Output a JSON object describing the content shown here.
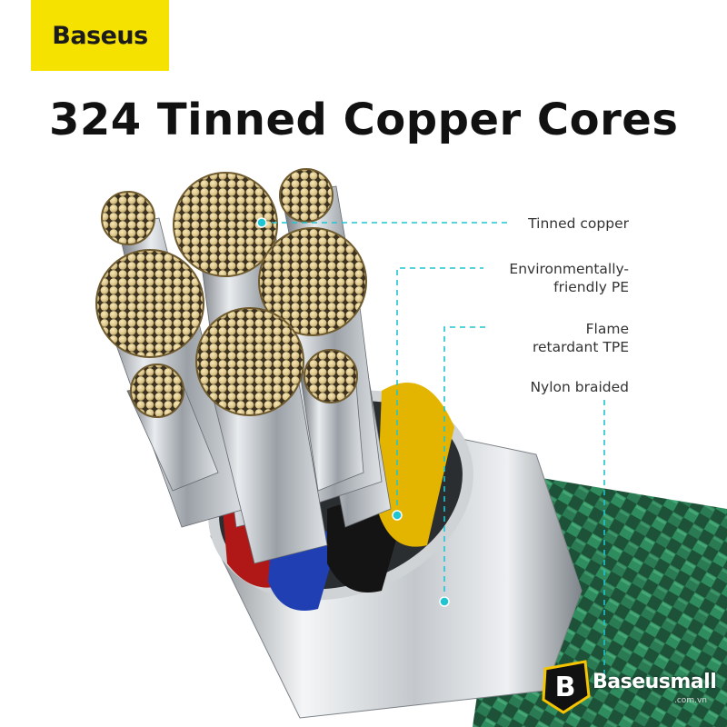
{
  "brand": {
    "logo_text": "Baseus",
    "accent": "#f6e200"
  },
  "headline": "324 Tinned Copper Cores",
  "callouts": {
    "tinned_copper": [
      "Tinned copper"
    ],
    "pe": [
      "Environmentally-",
      "friendly PE"
    ],
    "tpe": [
      "Flame",
      "retardant TPE"
    ],
    "nylon": [
      "Nylon braided"
    ]
  },
  "leader_color": "#1fc5d1",
  "cable_colors": {
    "braid": "#1f5a3e",
    "red": "#b01818",
    "blue": "#1f3fb3",
    "black": "#141414",
    "yellow": "#e3b400"
  },
  "watermark": {
    "name": "Baseusmall",
    "suffix": ".com.vn",
    "badge_letter": "B"
  }
}
